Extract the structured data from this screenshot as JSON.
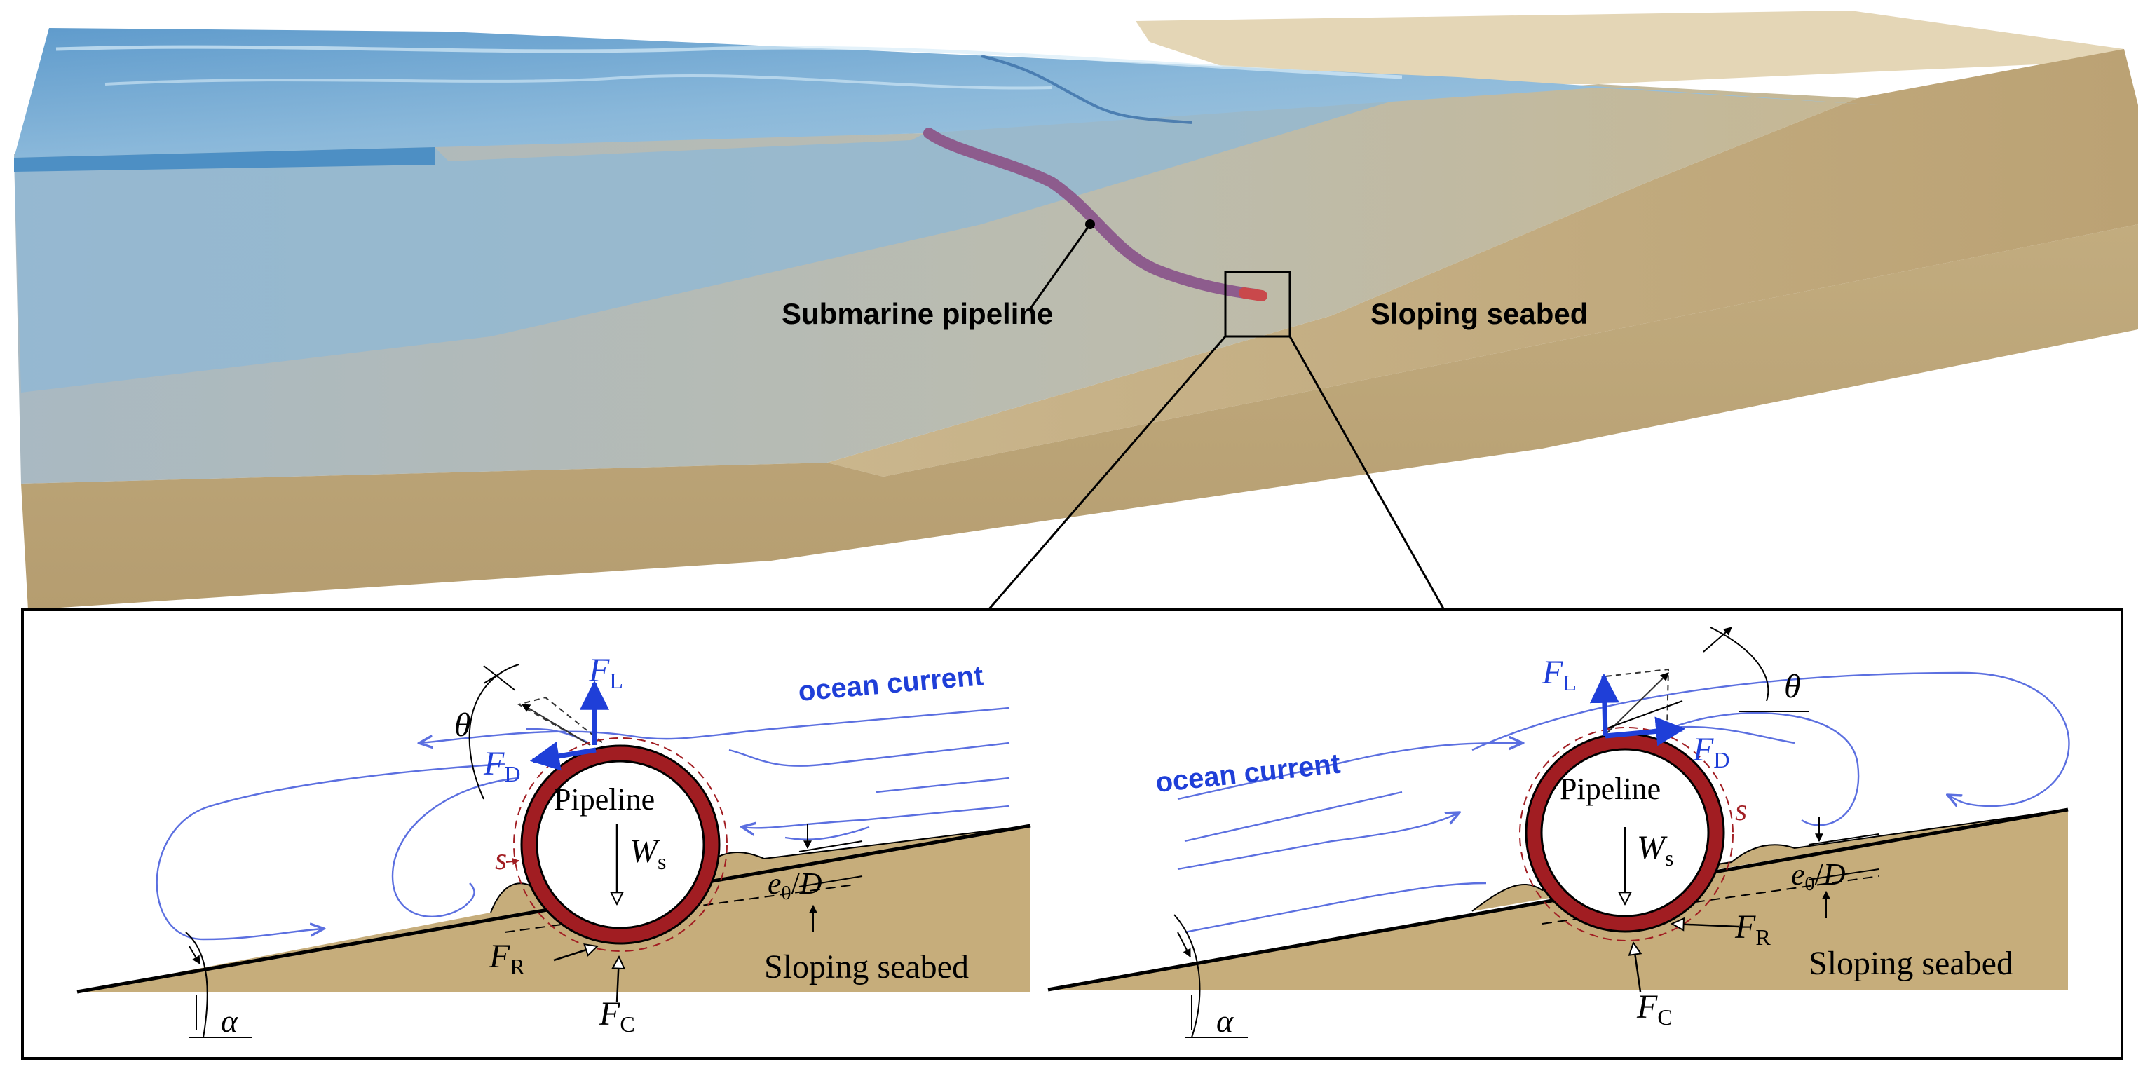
{
  "top_view": {
    "label_pipeline": "Submarine pipeline",
    "label_seabed": "Sloping seabed"
  },
  "left_panel": {
    "current": "ocean current",
    "pipeline": "Pipeline",
    "seabed": "Sloping seabed",
    "FL_main": "F",
    "FL_sub": "L",
    "FD_main": "F",
    "FD_sub": "D",
    "FR_main": "F",
    "FR_sub": "R",
    "FC_main": "F",
    "FC_sub": "C",
    "Ws_main": "W",
    "Ws_sub": "s",
    "e0_main": "e",
    "e0_sub": "0",
    "e0_sep": "/",
    "D": "D",
    "theta": "θ",
    "alpha": "α",
    "s": "s"
  },
  "right_panel": {
    "current": "ocean current",
    "pipeline": "Pipeline",
    "seabed": "Sloping seabed",
    "FL_main": "F",
    "FL_sub": "L",
    "FD_main": "F",
    "FD_sub": "D",
    "FR_main": "F",
    "FR_sub": "R",
    "FC_main": "F",
    "FC_sub": "C",
    "Ws_main": "W",
    "Ws_sub": "s",
    "e0_main": "e",
    "e0_sub": "0",
    "e0_sep": "/",
    "D": "D",
    "theta": "θ",
    "alpha": "α",
    "s": "s"
  },
  "colors": {
    "water_surface": "#6aa3cf",
    "water_body": "#8fb6cf",
    "sand": "#cbb58c",
    "seabed_submerged": "#b7bcb2",
    "pipe_ring": "#a11d22",
    "pipe_3d": "#8a5a8a",
    "flow": "#5b6fe0",
    "force": "#1f3fd8",
    "seabed_2d": "#c4ac7a"
  }
}
